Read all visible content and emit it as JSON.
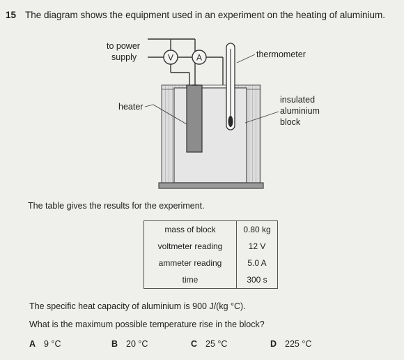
{
  "question": {
    "number": "15",
    "text": "The diagram shows the equipment used in an experiment on the heating of aluminium."
  },
  "diagram": {
    "labels": {
      "power_supply": [
        "to power",
        "supply"
      ],
      "voltmeter": "V",
      "ammeter": "A",
      "thermometer": "thermometer",
      "heater": "heater",
      "block": [
        "insulated",
        "aluminium",
        "block"
      ]
    },
    "colors": {
      "heater": "#8c8c8c",
      "base": "#9a9a9a",
      "insulation": "#d2d2d2",
      "thermometer_bulb": "#2a2a2a"
    }
  },
  "table_intro": "The table gives the results for the experiment.",
  "results": [
    {
      "quantity": "mass of block",
      "value": "0.80 kg"
    },
    {
      "quantity": "voltmeter reading",
      "value": "12 V"
    },
    {
      "quantity": "ammeter reading",
      "value": "5.0 A"
    },
    {
      "quantity": "time",
      "value": "300 s"
    }
  ],
  "specific_heat_statement": "The specific heat capacity of aluminium is 900 J/(kg °C).",
  "prompt": "What is the maximum possible temperature rise in the block?",
  "options": [
    {
      "letter": "A",
      "text": "9 °C"
    },
    {
      "letter": "B",
      "text": "20 °C"
    },
    {
      "letter": "C",
      "text": "25 °C"
    },
    {
      "letter": "D",
      "text": "225 °C"
    }
  ]
}
